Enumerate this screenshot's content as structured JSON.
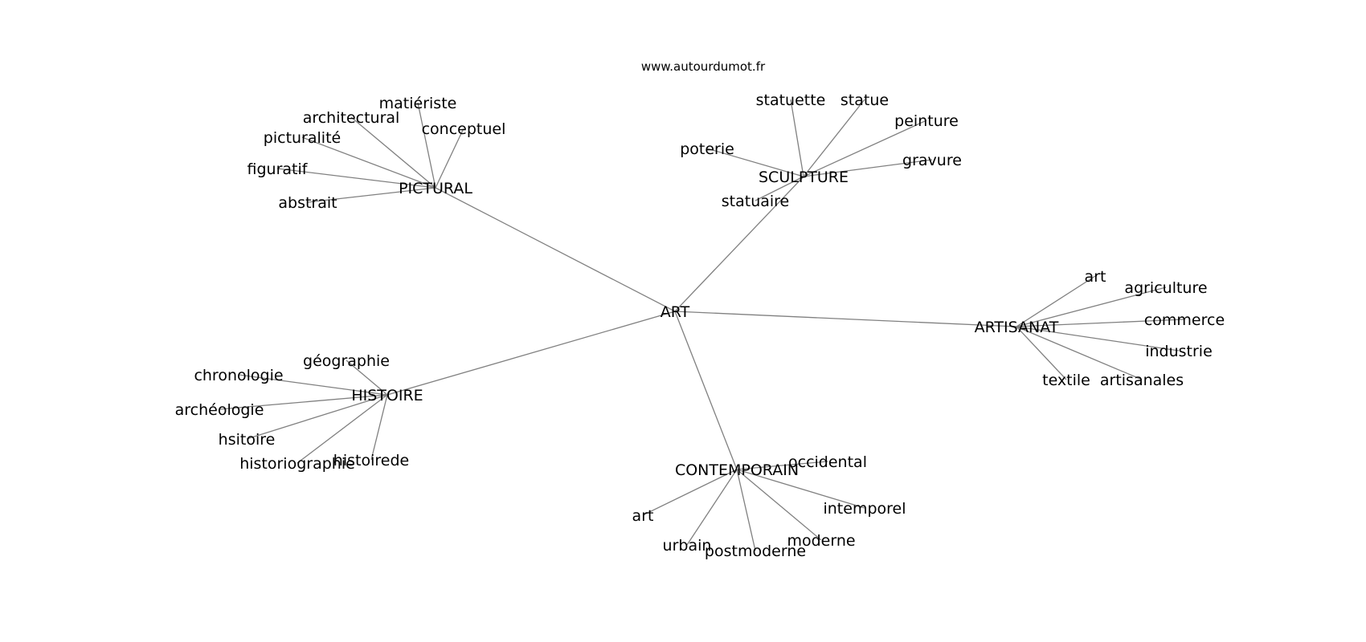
{
  "source": "www.autourdumot.fr",
  "graph": {
    "center": "ART",
    "clusters": [
      {
        "label": "PICTURAL",
        "words": [
          "matiériste",
          "architectural",
          "conceptuel",
          "picturalité",
          "figuratif",
          "abstrait"
        ]
      },
      {
        "label": "SCULPTURE",
        "words": [
          "statuette",
          "statue",
          "peinture",
          "poterie",
          "gravure",
          "statuaire"
        ]
      },
      {
        "label": "ARTISANAT",
        "words": [
          "art",
          "agriculture",
          "commerce",
          "industrie",
          "textile",
          "artisanales"
        ]
      },
      {
        "label": "HISTOIRE",
        "words": [
          "géographie",
          "chronologie",
          "archéologie",
          "hsitoire",
          "historiographie",
          "histoirede"
        ]
      },
      {
        "label": "CONTEMPORAIN",
        "words": [
          "occidental",
          "art",
          "intemporel",
          "moderne",
          "urbain",
          "postmoderne"
        ]
      }
    ]
  }
}
